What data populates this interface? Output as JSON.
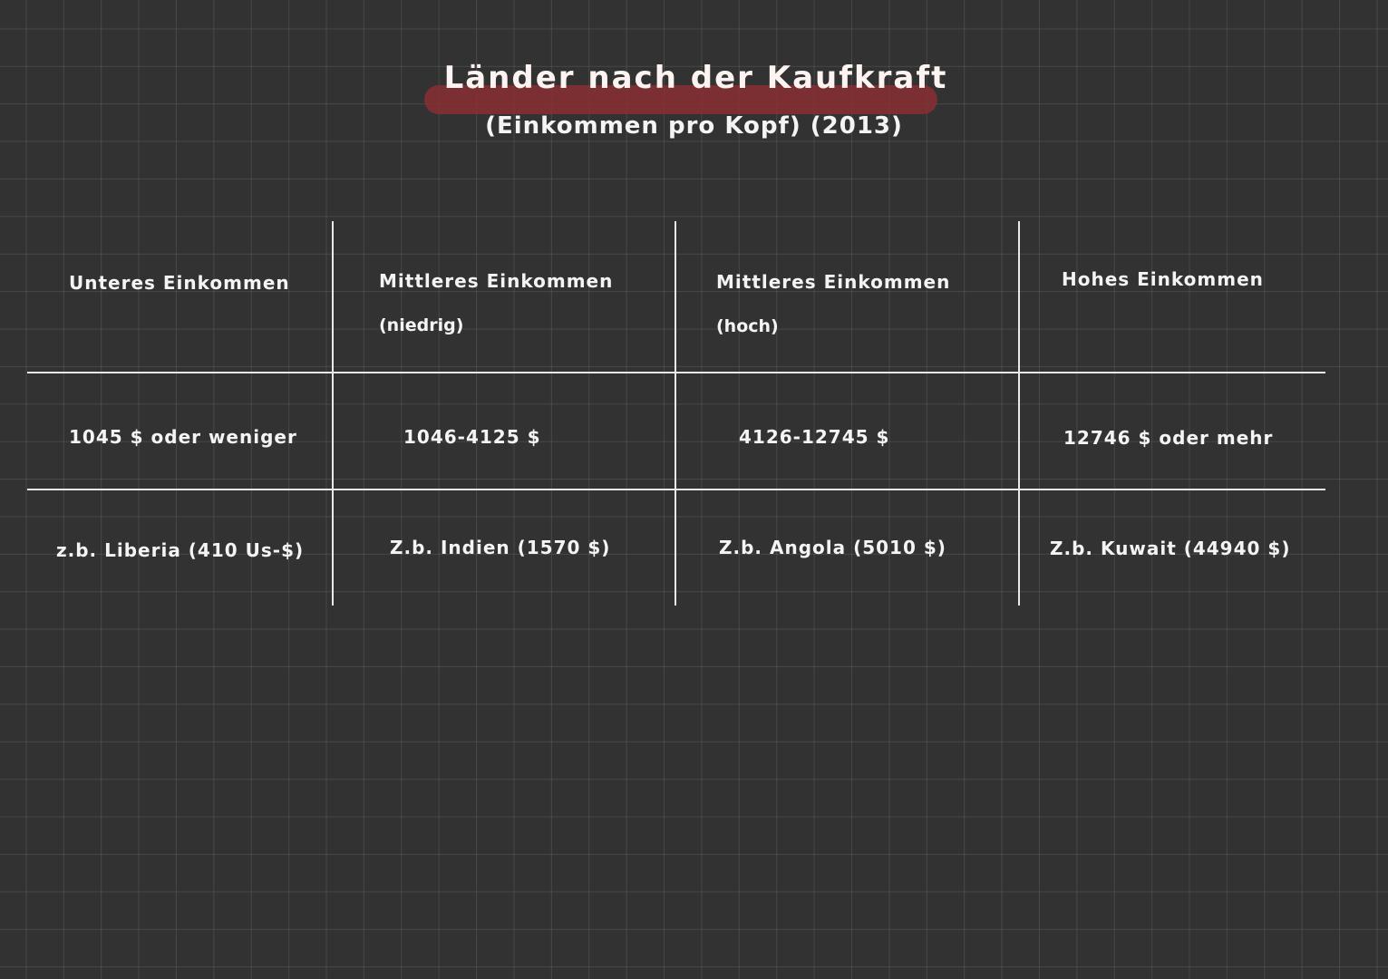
{
  "title": "Länder nach der Kaufkraft",
  "subtitle": "(Einkommen pro Kopf) (2013)",
  "table": {
    "headers": [
      {
        "line1": "Unteres Einkommen",
        "line2": ""
      },
      {
        "line1": "Mittleres Einkommen",
        "line2": "(niedrig)"
      },
      {
        "line1": "Mittleres Einkommen",
        "line2": "(hoch)"
      },
      {
        "line1": "Hohes Einkommen",
        "line2": ""
      }
    ],
    "ranges": [
      "1045 $ oder weniger",
      "1046-4125 $",
      "4126-12745 $",
      "12746 $ oder mehr"
    ],
    "examples": [
      "z.b. Liberia (410 Us-$)",
      "Z.b. Indien (1570 $)",
      "Z.b. Angola (5010 $)",
      "Z.b. Kuwait (44940 $)"
    ]
  },
  "colors": {
    "background": "#323232",
    "grid": "#4a4a4a",
    "text": "#f4f4f4",
    "title_highlight": "#8a2f32"
  }
}
